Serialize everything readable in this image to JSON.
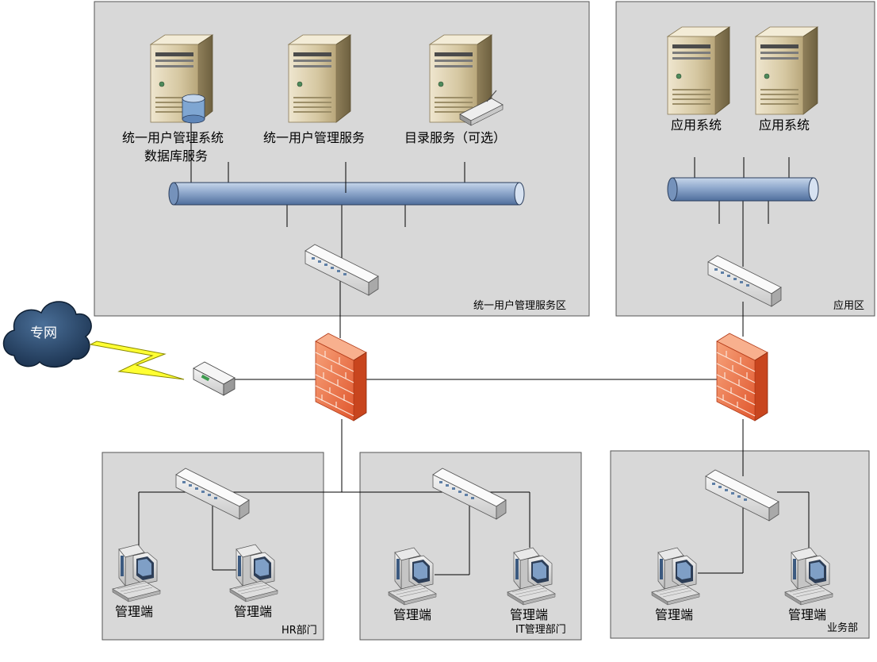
{
  "zones": {
    "user_mgmt": "统一用户管理服务区",
    "app": "应用区",
    "hr": "HR部门",
    "it": "IT管理部门",
    "biz": "业务部"
  },
  "servers": {
    "db_line1": "统一用户管理系统",
    "db_line2": "数据库服务",
    "umgmt": "统一用户管理服务",
    "dir": "目录服务（可选）",
    "app1": "应用系统",
    "app2": "应用系统"
  },
  "cloud": "专网",
  "clients": {
    "hr1": "管理端",
    "hr2": "管理端",
    "it1": "管理端",
    "it2": "管理端",
    "biz1": "管理端",
    "biz2": "管理端"
  }
}
